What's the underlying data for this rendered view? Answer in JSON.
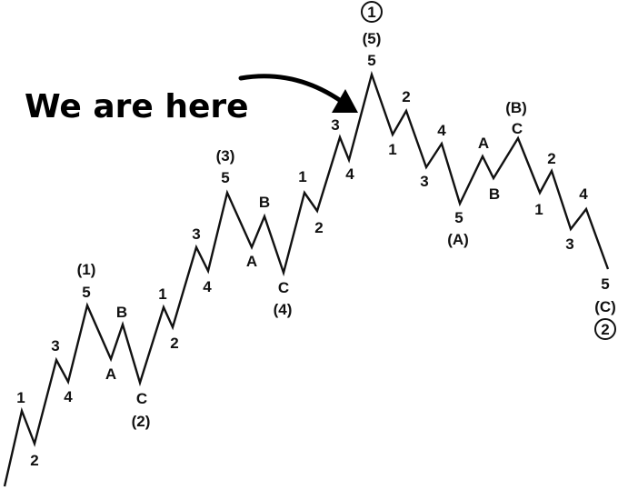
{
  "headline": "We are here",
  "colors": {
    "ink": "#111111",
    "background": "#ffffff"
  },
  "circled": {
    "top": "1",
    "bottom": "2"
  },
  "labels": [
    "1",
    "2",
    "3",
    "4",
    "(1)",
    "5",
    "A",
    "B",
    "C",
    "(2)",
    "1",
    "2",
    "3",
    "4",
    "(3)",
    "5",
    "A",
    "B",
    "C",
    "(4)",
    "1",
    "2",
    "3",
    "4",
    "(5)",
    "5",
    "1",
    "2",
    "3",
    "4",
    "5",
    "(A)",
    "A",
    "B",
    "(B)",
    "C",
    "1",
    "2",
    "3",
    "4",
    "5",
    "(C)"
  ]
}
